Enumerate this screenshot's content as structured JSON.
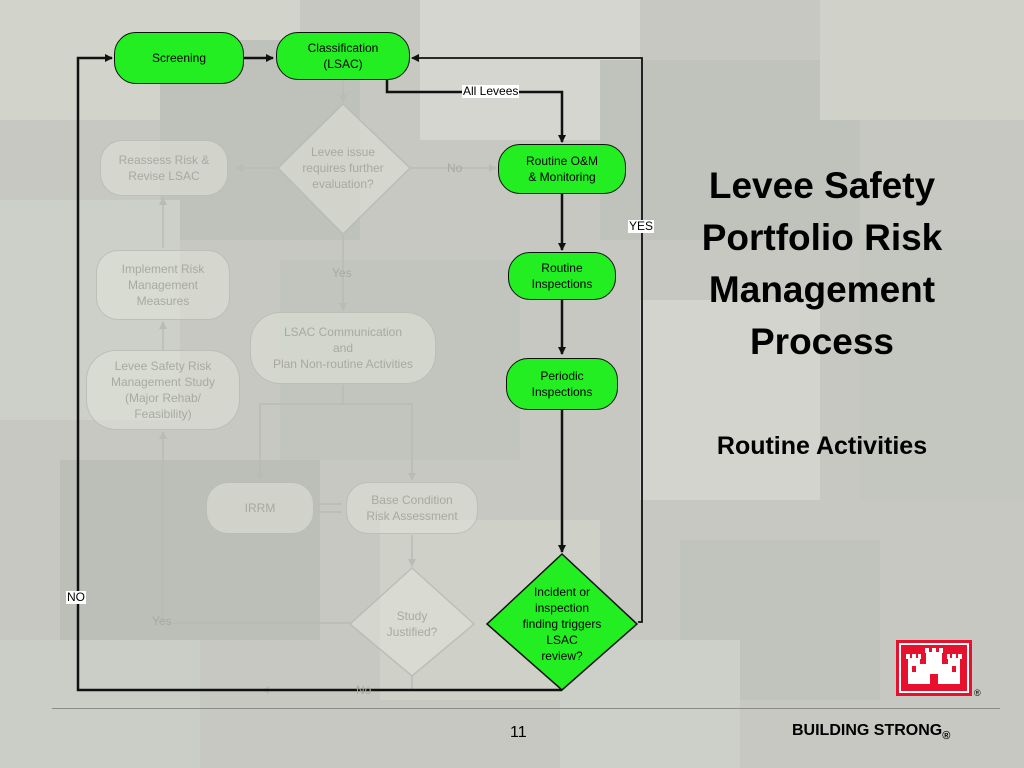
{
  "title": "Levee Safety Portfolio Risk Management Process",
  "subtitle": "Routine Activities",
  "footer": {
    "page_number": "11",
    "tagline": "BUILDING STRONG",
    "tagline_mark": "®",
    "logo_mark": "®"
  },
  "nodes": {
    "screening": "Screening",
    "classification": "Classification\n(LSAC)",
    "routine_om": "Routine O&M\n& Monitoring",
    "routine_inspections": "Routine\nInspections",
    "periodic_inspections": "Periodic\nInspections",
    "incident_decision": "Incident or\ninspection\nfinding triggers\nLSAC\nreview?",
    "levee_issue_decision": "Levee issue\nrequires further\nevaluation?",
    "reassess_risk": "Reassess Risk &\nRevise LSAC",
    "implement_risk": "Implement Risk\nManagement\nMeasures",
    "risk_study": "Levee Safety Risk\nManagement Study\n(Major Rehab/\nFeasibility)",
    "lsac_communication": "LSAC Communication\nand\nPlan Non-routine Activities",
    "irrm": "IRRM",
    "base_condition": "Base Condition\nRisk Assessment",
    "study_justified": "Study\nJustified?"
  },
  "edge_labels": {
    "all_levees": "All Levees",
    "no_levee_issue": "No",
    "yes_levee_issue": "Yes",
    "yes_incident": "YES",
    "no_incident": "NO",
    "yes_study": "Yes",
    "no_study": "No"
  }
}
